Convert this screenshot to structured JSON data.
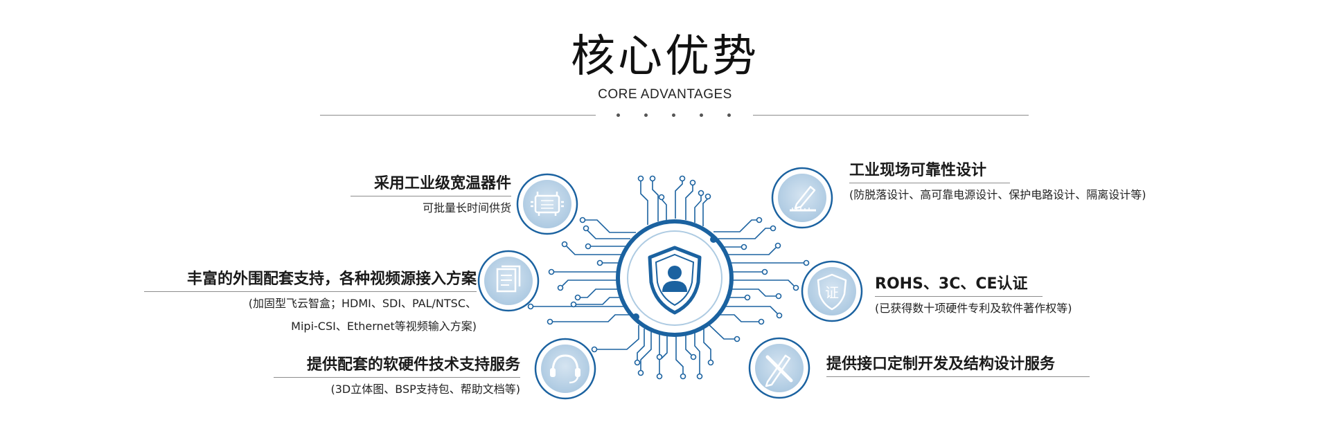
{
  "header": {
    "title": "核心优势",
    "subtitle": "CORE ADVANTAGES"
  },
  "features": {
    "wide_temp": {
      "title": "采用工业级宽温器件",
      "desc": "可批量长时间供货"
    },
    "peripherals": {
      "title": "丰富的外围配套支持，各种视频源接入方案",
      "desc1": "(加固型飞云智盒；HDMI、SDI、PAL/NTSC、",
      "desc2": "Mipi-CSI、Ethernet等视频输入方案)"
    },
    "software": {
      "title": "提供配套的软硬件技术支持服务",
      "desc": "(3D立体图、BSP支持包、帮助文档等)"
    },
    "reliability": {
      "title": "工业现场可靠性设计",
      "desc": "(防脱落设计、高可靠电源设计、保护电路设计、隔离设计等)"
    },
    "certification": {
      "title": "ROHS、3C、CE认证",
      "desc": "(已获得数十项硬件专利及软件著作权等)"
    },
    "customization": {
      "title": "提供接口定制开发及结构设计服务"
    }
  },
  "icons": {
    "center": "shield-user-icon",
    "wide_temp": "chip-icon",
    "peripherals": "documents-icon",
    "software": "headset-icon",
    "reliability": "pen-ruler-icon",
    "certification": "certificate-shield-icon",
    "customization": "ruler-pencil-icon",
    "certificate_glyph": "证"
  },
  "colors": {
    "primary_blue": "#1b62a0",
    "light_blue": "#aecbe2",
    "icon_fill": "#b7d1e6"
  }
}
